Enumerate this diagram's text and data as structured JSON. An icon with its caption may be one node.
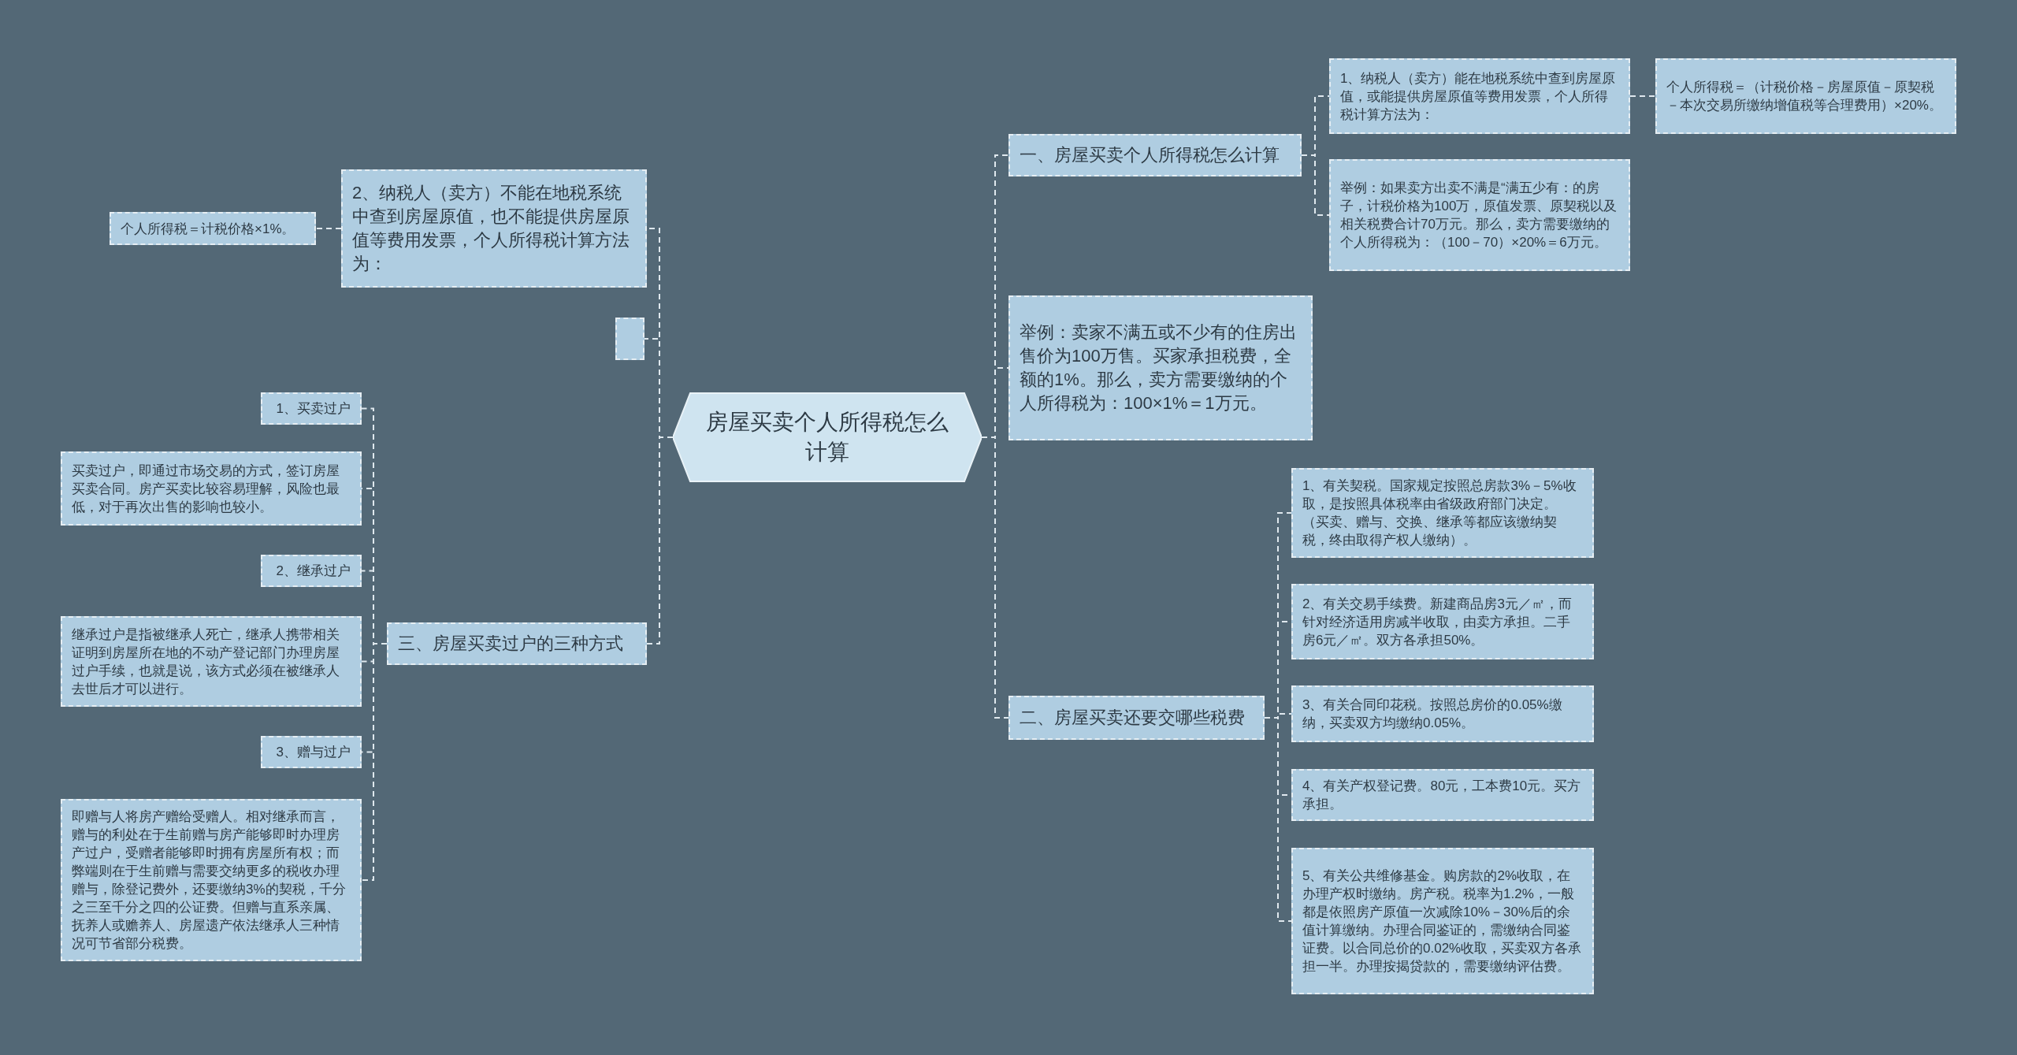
{
  "diagram": {
    "nodes": [
      {
        "text": [
          "房屋买卖个人所得税怎么计算"
        ]
      },
      {
        "text": [
          "一、房屋买卖个人所得税怎么计算"
        ]
      },
      {
        "text": [
          "1、纳税人（卖方）能在地税系统中查到房屋原值，或能提供房屋原值等费用发票，个人所得税计算方法为："
        ]
      },
      {
        "text": [
          "个人所得税＝（计税价格－房屋原值－原契税－本次交易所缴纳增值税等合理费用）×20%。"
        ]
      },
      {
        "text": [
          "举例：如果卖方出卖不满是“满五少有：的房子，计税价格为100万，原值发票、原契税以及相关税费合计70万元。那么，卖方需要缴纳的个人所得税为：（100－70）×20%＝6万元。"
        ]
      },
      {
        "text": [
          "举例：卖家不满五或不少有的住房出售价为100万售。买家承担税费，全额的1%。那么，卖方需要缴纳的个人所得税为：100×1%＝1万元。"
        ]
      },
      {
        "text": [
          "二、房屋买卖还要交哪些税费"
        ]
      },
      {
        "text": [
          "1、有关契税。国家规定按照总房款3%－5%收取，是按照具体税率由省级政府部门决定。（买卖、赠与、交换、继承等都应该缴纳契税，终由取得产权人缴纳）。"
        ]
      },
      {
        "text": [
          "2、有关交易手续费。新建商品房3元／㎡，而针对经济适用房减半收取，由卖方承担。二手房6元／㎡。双方各承担50%。"
        ]
      },
      {
        "text": [
          "3、有关合同印花税。按照总房价的0.05%缴纳，买卖双方均缴纳0.05%。"
        ]
      },
      {
        "text": [
          "4、有关产权登记费。80元，工本费10元。买方承担。"
        ]
      },
      {
        "text": [
          "5、有关公共维修基金。购房款的2%收取，在办理产权时缴纳。房产税。税率为1.2%，一般都是依照房产原值一次减除10%－30%后的余值计算缴纳。办理合同鉴证的，需缴纳合同鉴证费。以合同总价的0.02%收取，买卖双方各承担一半。办理按揭贷款的，需要缴纳评估费。"
        ]
      },
      {
        "text": [
          "2、纳税人（卖方）不能在地税系统中查到房屋原值，也不能提供房屋原值等费用发票，个人所得税计算方法为："
        ]
      },
      {
        "text": [
          "个人所得税＝计税价格×1%。"
        ]
      },
      {
        "text": [],
        "shape": "box"
      },
      {
        "text": [
          "三、房屋买卖过户的三种方式"
        ]
      },
      {
        "text": [
          "1、买卖过户"
        ]
      },
      {
        "text": [
          "买卖过户，即通过市场交易的方式，签订房屋买卖合同。房产买卖比较容易理解，风险也最低，对于再次出售的影响也较小。"
        ]
      },
      {
        "text": [
          "2、继承过户"
        ]
      },
      {
        "text": [
          "继承过户是指被继承人死亡，继承人携带相关证明到房屋所在地的不动产登记部门办理房屋过户手续，也就是说，该方式必须在被继承人去世后才可以进行。"
        ]
      },
      {
        "text": [
          "3、赠与过户"
        ]
      },
      {
        "text": [
          "即赠与人将房产赠给受赠人。相对继承而言，赠与的利处在于生前赠与房产能够即时办理房产过户，受赠者能够即时拥有房屋所有权；而弊端则在于生前赠与需要交纳更多的税收办理赠与，除登记费外，还要缴纳3%的契税，千分之三至千分之四的公证费。但赠与直系亲属、抚养人或赡养人、房屋遗产依法继承人三种情况可节省部分税费。"
        ]
      }
    ],
    "edges": [
      {
        "from": 0,
        "to": 1,
        "arrow": "none"
      },
      {
        "from": 1,
        "to": 2,
        "arrow": "none"
      },
      {
        "from": 2,
        "to": 3,
        "arrow": "none"
      },
      {
        "from": 1,
        "to": 4,
        "arrow": "none"
      },
      {
        "from": 0,
        "to": 5,
        "arrow": "none"
      },
      {
        "from": 0,
        "to": 6,
        "arrow": "none"
      },
      {
        "from": 6,
        "to": 7,
        "arrow": "none"
      },
      {
        "from": 6,
        "to": 8,
        "arrow": "none"
      },
      {
        "from": 6,
        "to": 9,
        "arrow": "none"
      },
      {
        "from": 6,
        "to": 10,
        "arrow": "none"
      },
      {
        "from": 6,
        "to": 11,
        "arrow": "none"
      },
      {
        "from": 0,
        "to": 12,
        "arrow": "none"
      },
      {
        "from": 12,
        "to": 13,
        "arrow": "none"
      },
      {
        "from": 0,
        "to": 14,
        "arrow": "none"
      },
      {
        "from": 0,
        "to": 15,
        "arrow": "none"
      },
      {
        "from": 15,
        "to": 16,
        "arrow": "none"
      },
      {
        "from": 15,
        "to": 17,
        "arrow": "none"
      },
      {
        "from": 15,
        "to": 18,
        "arrow": "none"
      },
      {
        "from": 15,
        "to": 19,
        "arrow": "none"
      },
      {
        "from": 15,
        "to": 20,
        "arrow": "none"
      },
      {
        "from": 15,
        "to": 21,
        "arrow": "none"
      }
    ]
  }
}
